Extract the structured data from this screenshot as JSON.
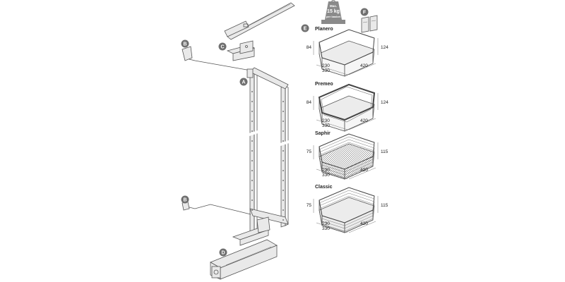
{
  "weight_badge": {
    "line1": "Max.",
    "line2": "15 kg",
    "line3": "per basket"
  },
  "part_labels": {
    "a": "A",
    "b_top": "B",
    "b_bottom": "B",
    "c": "C",
    "d": "D",
    "e": "E",
    "f": "F"
  },
  "baskets": [
    {
      "name": "Planero",
      "height_left": "84",
      "height_right": "124",
      "width_1": "230",
      "width_2": "330",
      "depth": "420"
    },
    {
      "name": "Premeo",
      "height_left": "84",
      "height_right": "124",
      "width_1": "230",
      "width_2": "330",
      "depth": "420"
    },
    {
      "name": "Saphir",
      "height_left": "75",
      "height_right": "115",
      "width_1": "230",
      "width_2": "330",
      "depth": "420"
    },
    {
      "name": "Classic",
      "height_left": "75",
      "height_right": "115",
      "width_1": "230",
      "width_2": "330",
      "depth": "420"
    }
  ]
}
